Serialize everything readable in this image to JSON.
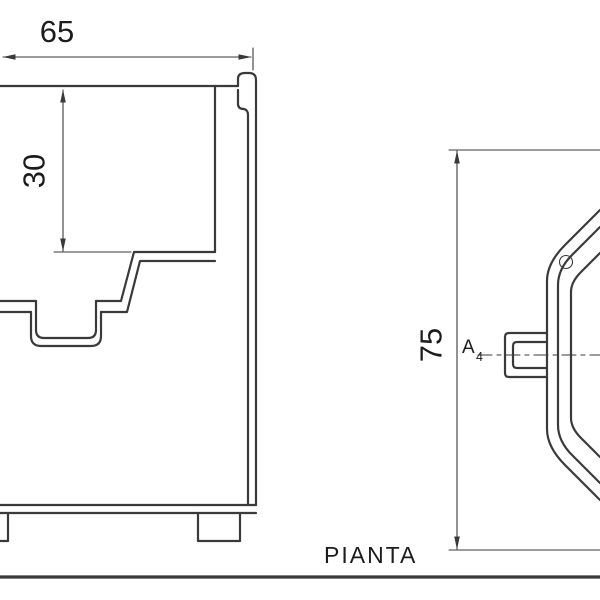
{
  "colors": {
    "line": "#3a3a3a",
    "text": "#1c1c1c",
    "background": "#ffffff"
  },
  "section_view": {
    "dim_width": "65",
    "dim_depth": "30"
  },
  "plan_view": {
    "dim_height": "75",
    "marker_letter": "A",
    "marker_number": "4",
    "caption": "PIANTA"
  }
}
